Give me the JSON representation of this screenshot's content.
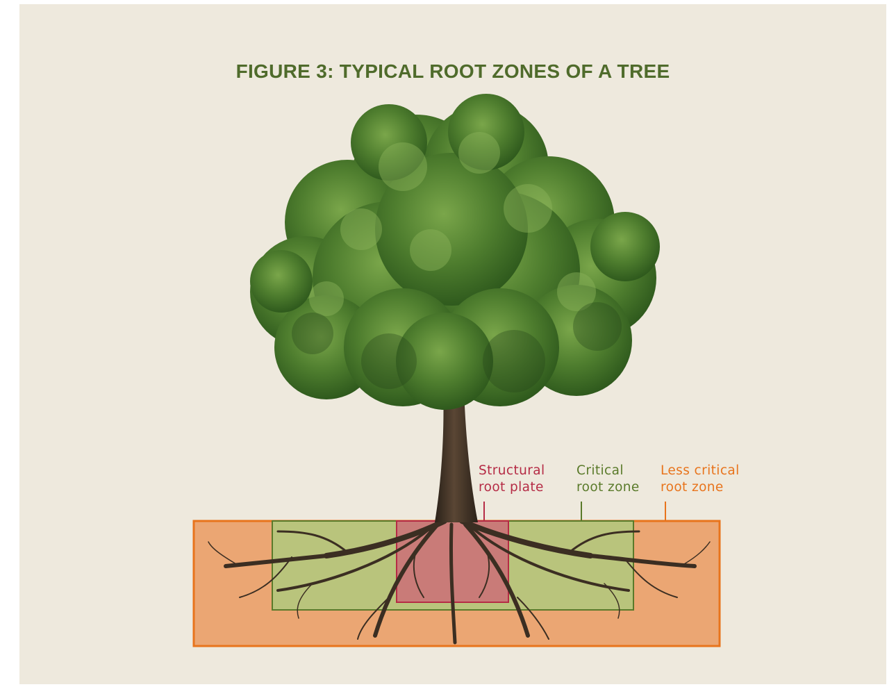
{
  "figure": {
    "title": "FIGURE 3: TYPICAL ROOT ZONES OF A TREE"
  },
  "zones": [
    {
      "key": "structural",
      "label_lines": [
        "Structural",
        "root plate"
      ],
      "color": "#b52b45"
    },
    {
      "key": "critical",
      "label_lines": [
        "Critical",
        "root zone"
      ],
      "color": "#5a7a2a"
    },
    {
      "key": "less_critical",
      "label_lines": [
        "Less critical",
        "root zone"
      ],
      "color": "#e8741c"
    }
  ],
  "colors": {
    "title": "#4f6b2b",
    "background": "#eee9dd",
    "less_critical_fill": "#eba673",
    "critical_fill": "#b9c47c",
    "structural_fill": "#c97b78",
    "foliage": "#4e7d2e",
    "bark": "#3b2e22"
  }
}
